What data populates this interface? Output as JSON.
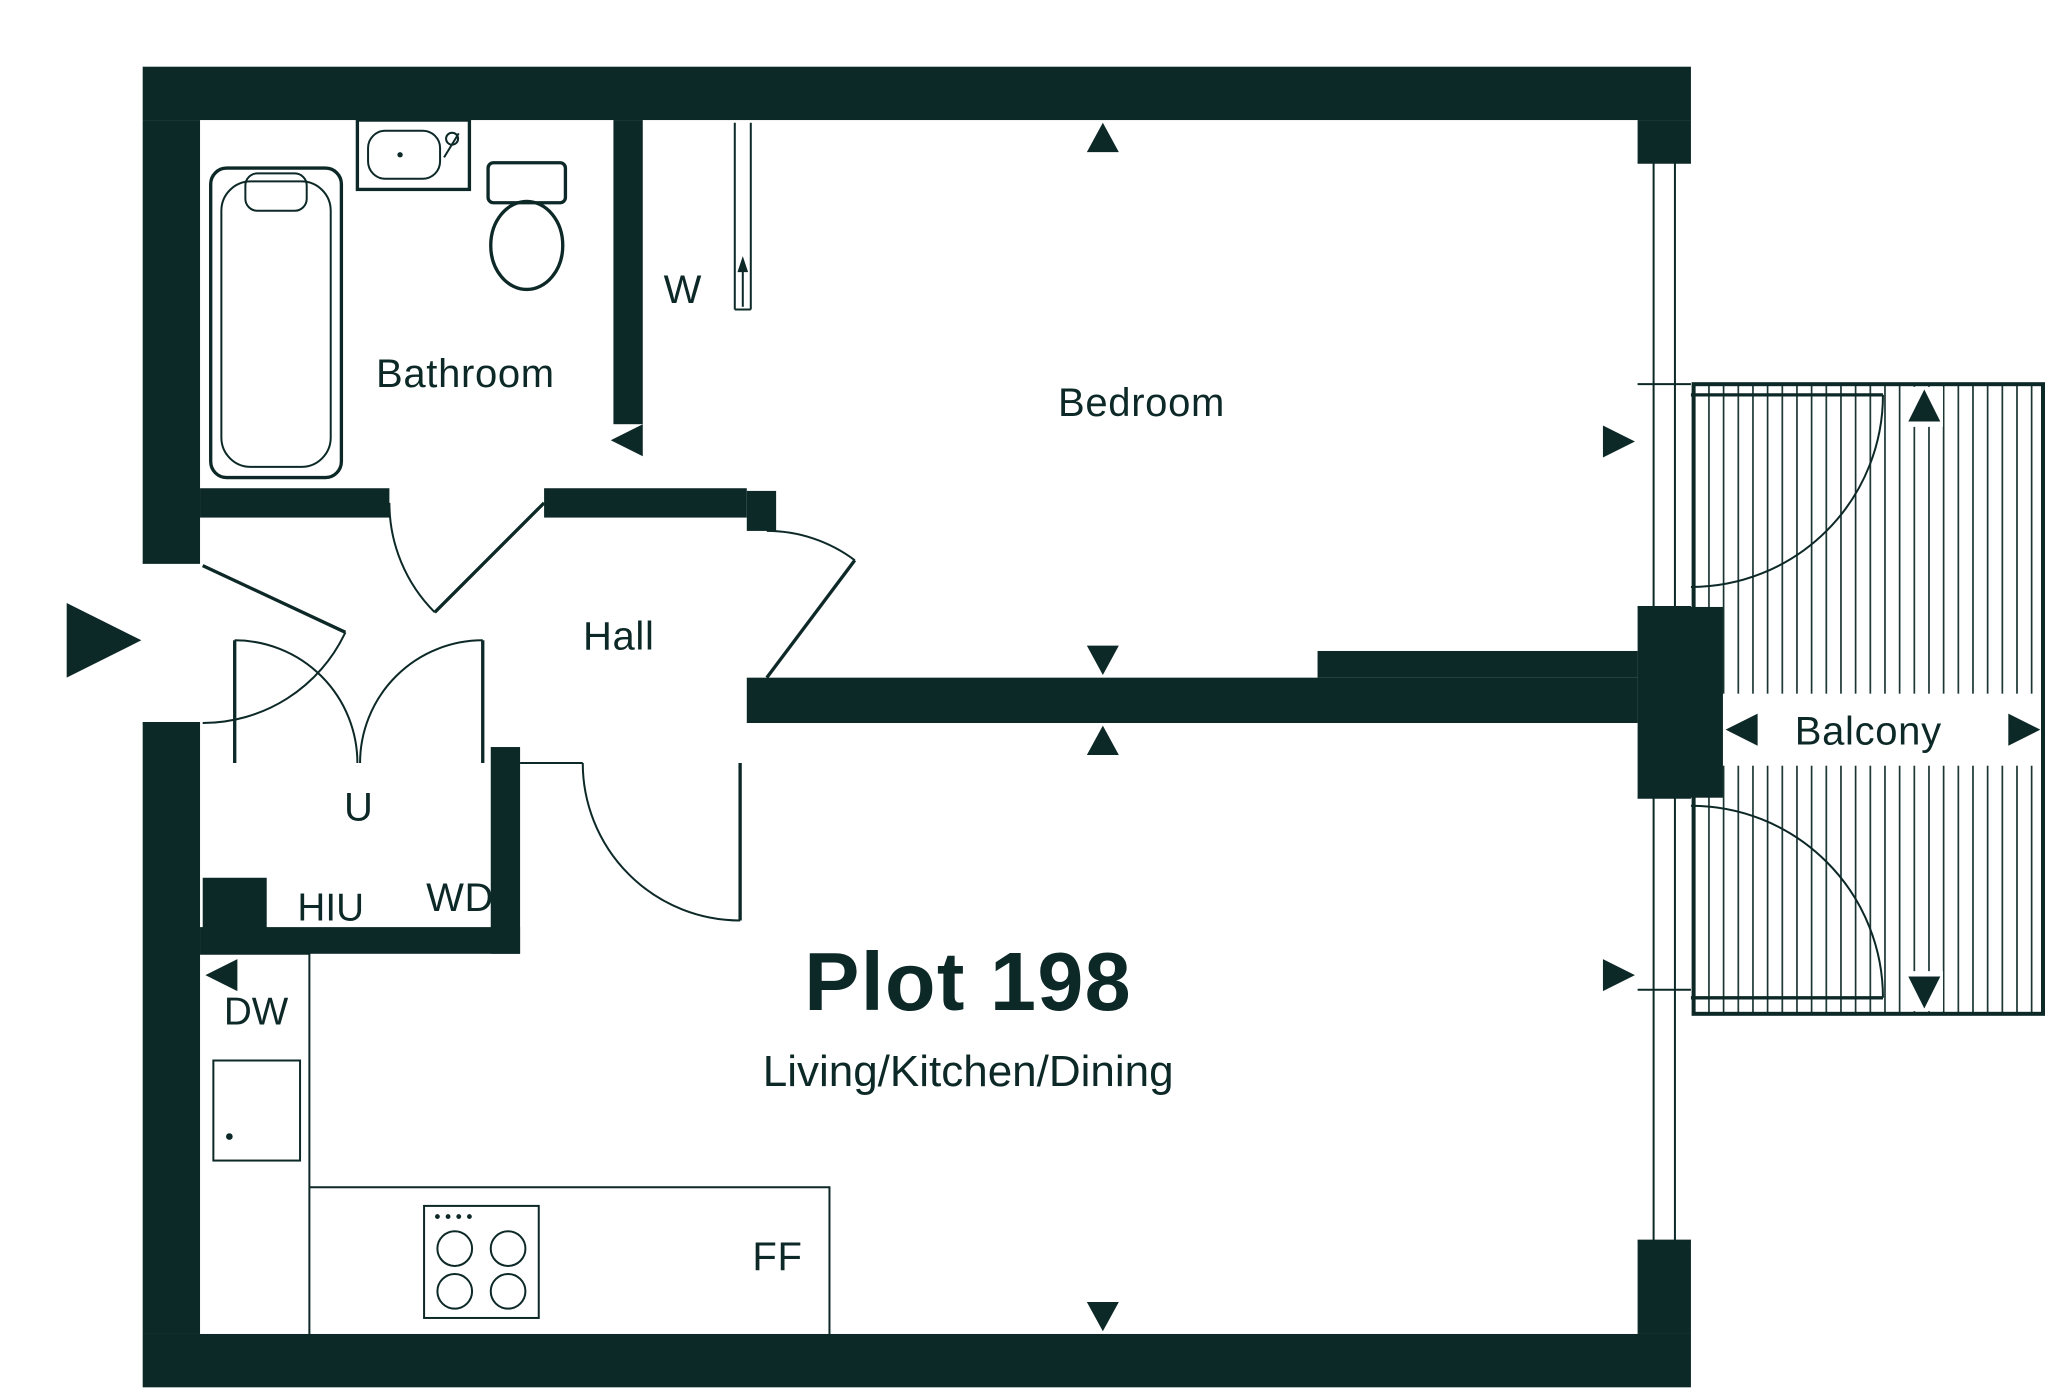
{
  "plan": {
    "title": "Plot 198",
    "subtitle": "Living/Kitchen/Dining",
    "rooms": {
      "bathroom": "Bathroom",
      "bedroom": "Bedroom",
      "hall": "Hall",
      "balcony": "Balcony"
    },
    "labels": {
      "wardrobe": "W",
      "utility_cupboard": "U",
      "heat_interface_unit": "HIU",
      "washer_dryer": "WD",
      "dishwasher": "DW",
      "fridge_freezer": "FF"
    },
    "icons": {
      "entrance_arrow": "filled-triangle-right",
      "dimension_arrow": "filled-triangle",
      "wardrobe_door_arrow": "arrow-up"
    },
    "colors": {
      "wall": "#0d2927",
      "background": "#ffffff"
    }
  }
}
